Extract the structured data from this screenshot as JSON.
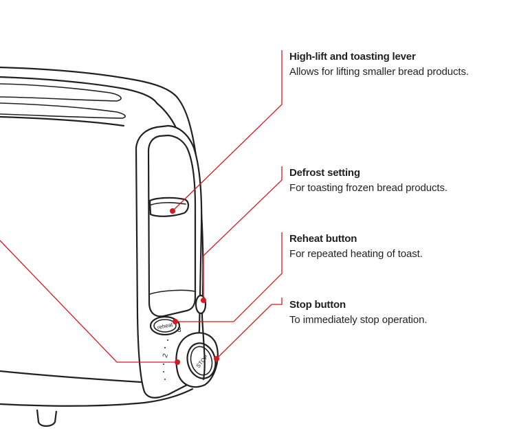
{
  "callouts": [
    {
      "title": "High-lift and toasting lever",
      "description": "Allows for lifting smaller bread products."
    },
    {
      "title": "Defrost setting",
      "description": "For toasting frozen bread products."
    },
    {
      "title": "Reheat button",
      "description": "For repeated heating of toast."
    },
    {
      "title": "Stop button",
      "description": "To immediately stop operation."
    }
  ],
  "device": {
    "reheat_button_text": "reheat",
    "stop_button_text": "STOP",
    "dial_numbers": [
      "2",
      "3"
    ]
  },
  "colors": {
    "leader_line": "#d7191f",
    "outline": "#231f20",
    "text": "#231f20"
  }
}
